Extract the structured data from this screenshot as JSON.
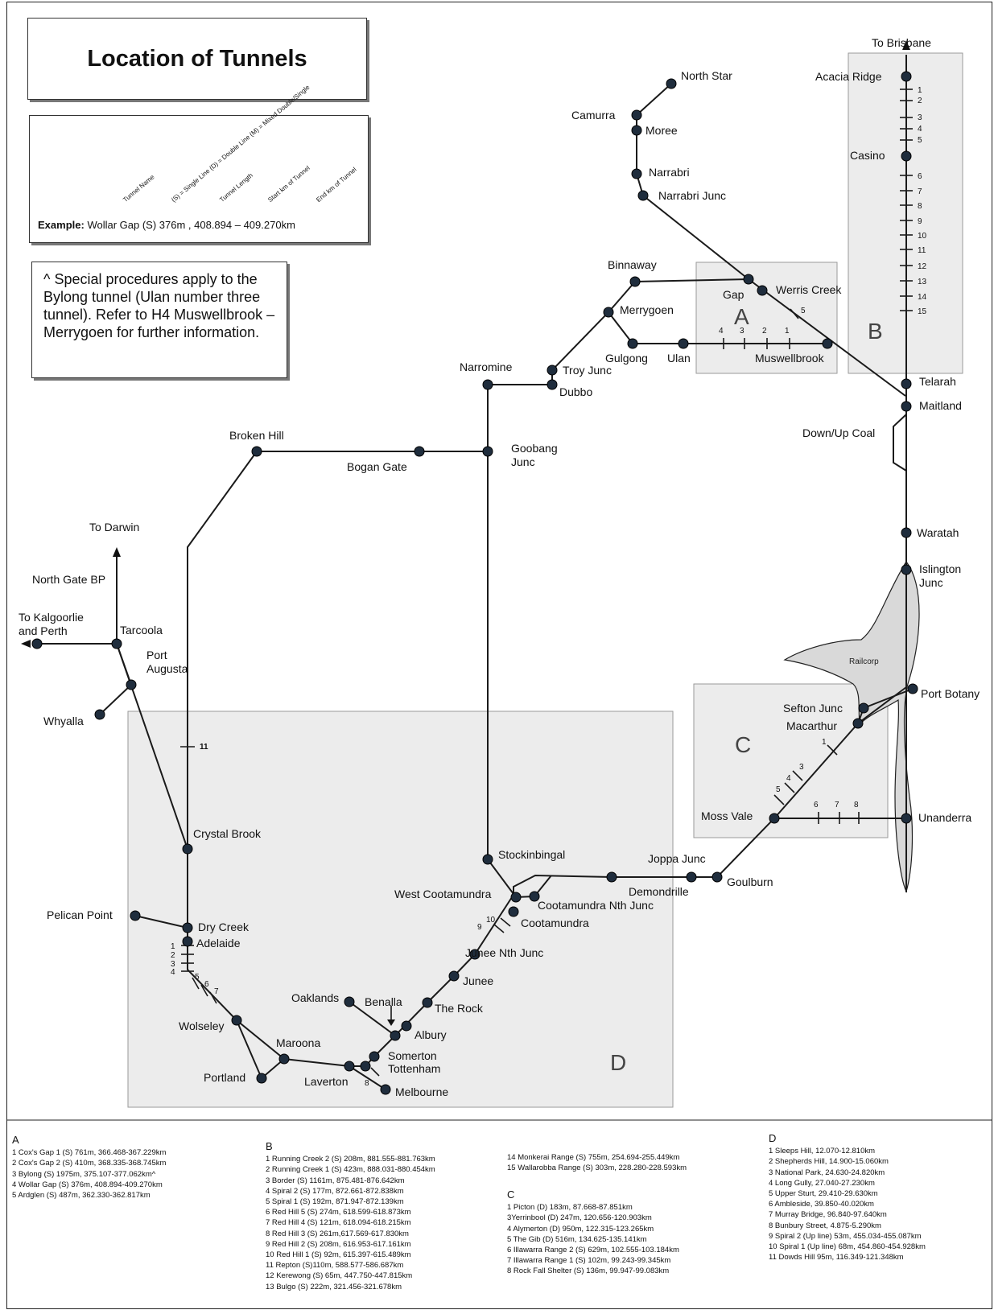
{
  "title": "Location of Tunnels",
  "example": {
    "label": "Example:",
    "text": "Wollar Gap (S) 376m , 408.894 – 409.270km",
    "annotations": [
      "Tunnel Name",
      "(S) = Single Line (D) = Double Line (M) = Mixed Double/Single",
      "Tunnel Length",
      "Start km of Tunnel",
      "End km of Tunnel"
    ]
  },
  "note": "^ Special procedures apply to the Bylong tunnel (Ulan number three tunnel). Refer to H4 Muswellbrook – Merrygoen for further information.",
  "areas": {
    "A": "A",
    "B": "B",
    "C": "C",
    "D": "D"
  },
  "area_railcorp": "Railcorp",
  "stations": {
    "north_star": "North Star",
    "camurra": "Camurra",
    "moree": "Moree",
    "narrabri": "Narrabri",
    "narrabri_junc": "Narrabri Junc",
    "binnaway": "Binnaway",
    "gap": "Gap",
    "werris_creek": "Werris Creek",
    "merrygoen": "Merrygoen",
    "gulgong": "Gulgong",
    "ulan": "Ulan",
    "muswellbrook": "Muswellbrook",
    "narromine": "Narromine",
    "troy_junc": "Troy Junc",
    "dubbo": "Dubbo",
    "goobang_junc": "Goobang Junc",
    "bogan_gate": "Bogan Gate",
    "broken_hill": "Broken Hill",
    "to_brisbane": "To Brisbane",
    "acacia_ridge": "Acacia Ridge",
    "casino": "Casino",
    "telarah": "Telarah",
    "maitland": "Maitland",
    "down_up_coal": "Down/Up Coal",
    "waratah": "Waratah",
    "islington_junc": "Islington Junc",
    "port_botany": "Port Botany",
    "sefton_junc": "Sefton Junc",
    "macarthur": "Macarthur",
    "moss_vale": "Moss Vale",
    "unanderra": "Unanderra",
    "goulburn": "Goulburn",
    "joppa_junc": "Joppa Junc",
    "demondrille": "Demondrille",
    "stockinbingal": "Stockinbingal",
    "west_cootamundra": "West Cootamundra",
    "cootamundra_nth_junc": "Cootamundra Nth Junc",
    "cootamundra": "Cootamundra",
    "junee_nth_junc": "Junee Nth Junc",
    "junee": "Junee",
    "the_rock": "The Rock",
    "albury": "Albury",
    "benalla": "Benalla",
    "oaklands": "Oaklands",
    "somerton": "Somerton",
    "tottenham": "Tottenham",
    "melbourne": "Melbourne",
    "laverton": "Laverton",
    "maroona": "Maroona",
    "portland": "Portland",
    "wolseley": "Wolseley",
    "adelaide": "Adelaide",
    "dry_creek": "Dry Creek",
    "pelican_point": "Pelican Point",
    "crystal_brook": "Crystal Brook",
    "port_augusta": "Port Augusta",
    "whyalla": "Whyalla",
    "tarcoola": "Tarcoola",
    "north_gate_bp": "North Gate BP",
    "to_darwin": "To Darwin",
    "to_kalgoorlie_perth": "To Kalgoorlie and Perth"
  },
  "legend": {
    "A": {
      "heading": "A",
      "items": [
        "1 Cox's Gap 1 (S) 761m, 366.468-367.229km",
        "2 Cox's Gap 2 (S) 410m, 368.335-368.745km",
        "3 Bylong (S) 1975m, 375.107-377.062km^",
        "4 Wollar Gap (S) 376m, 408.894-409.270km",
        "5 Ardglen (S) 487m, 362.330-362.817km"
      ]
    },
    "B": {
      "heading": "B",
      "items": [
        "1 Running Creek 2 (S) 208m, 881.555-881.763km",
        "2 Running Creek 1 (S) 423m, 888.031-880.454km",
        "3 Border (S) 1161m, 875.481-876.642km",
        "4 Spiral 2 (S) 177m, 872.661-872.838km",
        "5 Spiral 1 (S) 192m, 871.947-872.139km",
        "6 Red Hill 5 (S) 274m, 618.599-618.873km",
        "7 Red Hill 4 (S) 121m, 618.094-618.215km",
        "8 Red Hill 3 (S) 261m,617.569-617.830km",
        "9 Red Hill 2 (S) 208m, 616.953-617.161km",
        "10 Red Hill 1 (S) 92m, 615.397-615.489km",
        "11 Repton (S)110m, 588.577-586.687km",
        "12 Kerewong (S) 65m, 447.750-447.815km",
        "13 Bulgo (S) 222m, 321.456-321.678km"
      ]
    },
    "B2": {
      "items": [
        "14 Monkerai Range (S) 755m, 254.694-255.449km",
        "15 Wallarobba Range (S) 303m, 228.280-228.593km"
      ]
    },
    "C": {
      "heading": "C",
      "items": [
        "1 Picton (D) 183m, 87.668-87.851km",
        "3Yerrinbool (D) 247m, 120.656-120.903km",
        "4 Alymerton (D) 950m, 122.315-123.265km",
        "5 The Gib (D) 516m, 134.625-135.141km",
        "6 Illawarra Range 2 (S) 629m, 102.555-103.184km",
        "7 Illawarra Range 1 (S) 102m, 99.243-99.345km",
        "8 Rock Fall Shelter (S) 136m, 99.947-99.083km"
      ]
    },
    "D": {
      "heading": "D",
      "items": [
        "1 Sleeps Hill, 12.070-12.810km",
        "2 Shepherds Hill, 14.900-15.060km",
        "3 National Park, 24.630-24.820km",
        "4 Long Gully, 27.040-27.230km",
        "5 Upper Sturt, 29.410-29.630km",
        "6 Ambleside, 39.850-40.020km",
        "7 Murray Bridge, 96.840-97.640km",
        "8 Bunbury Street, 4.875-5.290km",
        "9 Spiral 2 (Up line) 53m, 455.034-455.087km",
        "10 Spiral 1 (Up line) 68m, 454.860-454.928km",
        "11 Dowds Hill 95m, 116.349-121.348km"
      ]
    }
  },
  "tunnel_numbers": {
    "A": [
      "4",
      "3",
      "2",
      "1",
      "5"
    ],
    "B": [
      "1",
      "2",
      "3",
      "4",
      "5",
      "6",
      "7",
      "8",
      "9",
      "10",
      "11",
      "12",
      "13",
      "14",
      "15"
    ],
    "C": [
      "1",
      "3",
      "4",
      "5",
      "6",
      "7",
      "8"
    ],
    "D": [
      "1",
      "2",
      "3",
      "4",
      "5",
      "6",
      "7",
      "8",
      "9",
      "10",
      "11"
    ]
  },
  "colors": {
    "line": "#1a1a1a",
    "station_fill": "#1f2d3d",
    "area_fill": "#ececec",
    "area_border": "#9a9a9a",
    "railcorp_fill": "#d9d9d9"
  }
}
